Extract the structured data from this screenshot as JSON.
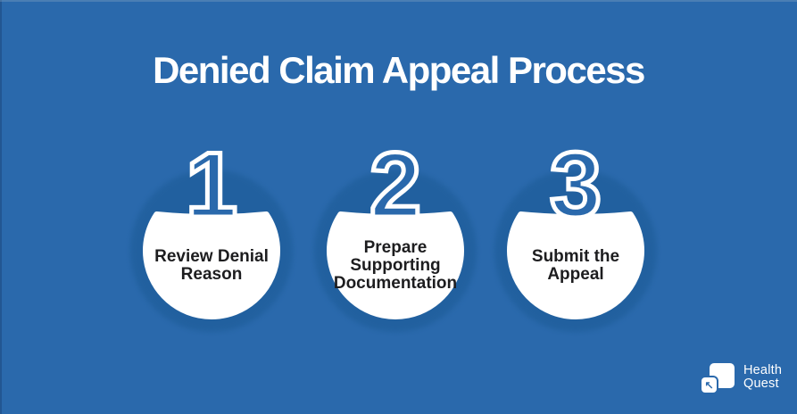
{
  "title": "Denied Claim Appeal Process",
  "steps": [
    {
      "number": "1",
      "label_lines": [
        "Review Denial",
        "Reason"
      ]
    },
    {
      "number": "2",
      "label_lines": [
        "Prepare",
        "Supporting",
        "Documentation"
      ]
    },
    {
      "number": "3",
      "label_lines": [
        "Submit the",
        "Appeal"
      ]
    }
  ],
  "logo": {
    "name_line1": "Health",
    "name_line2": "Quest",
    "arrow_icon_glyph": "↖"
  },
  "colors": {
    "background": "#2a69ac",
    "halo_shadow": "#21609e",
    "circle_fill": "#ffffff",
    "step_text": "#1d1d1f",
    "title_text": "#ffffff"
  }
}
